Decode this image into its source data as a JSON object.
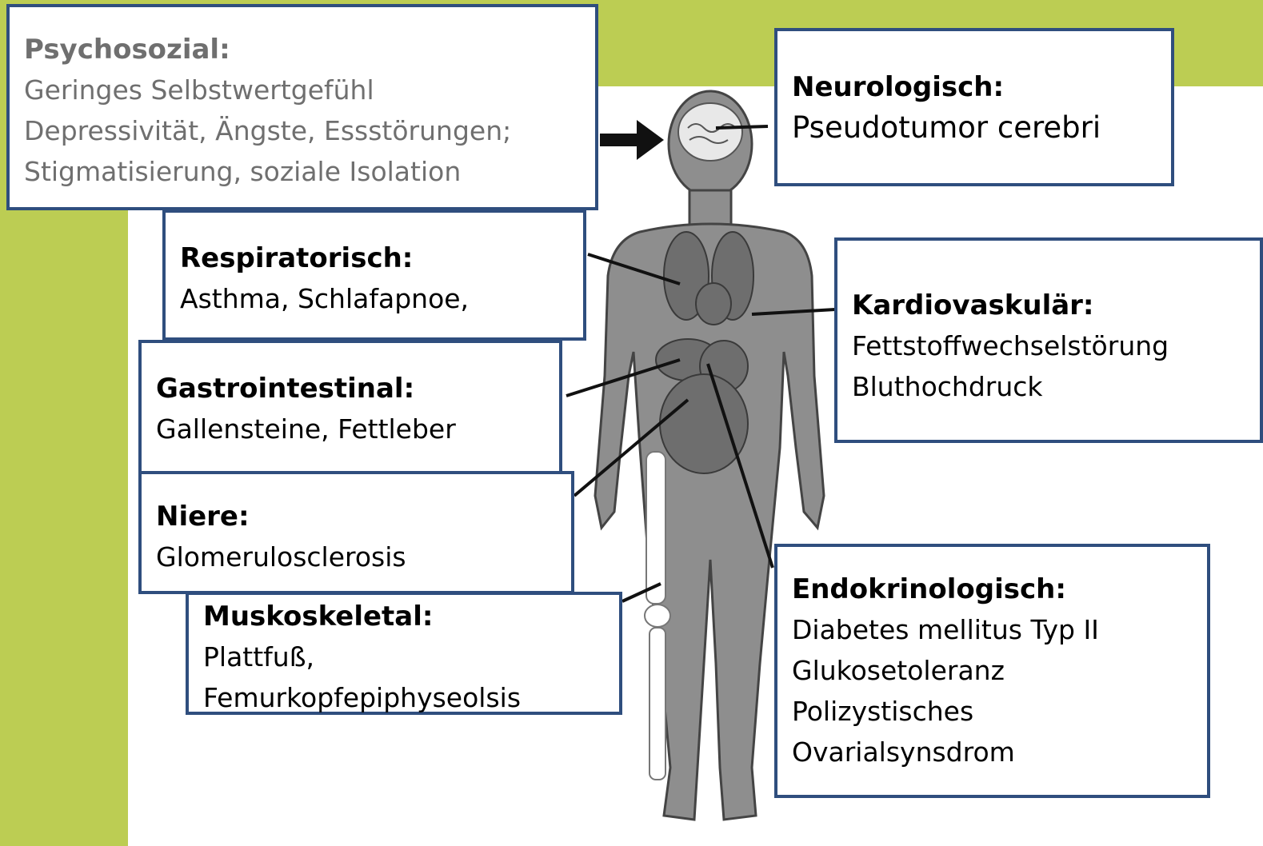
{
  "colors": {
    "green": "#bccd53",
    "border": "#2f4e7e",
    "grey_text": "#6f6f6f",
    "body_fill": "#8c8c8c"
  },
  "boxes": {
    "psychosozial": {
      "title": "Psychosozial:",
      "lines": [
        "Geringes Selbstwertgefühl",
        "Depressivität, Ängste, Essstörungen;",
        "Stigmatisierung, soziale Isolation"
      ]
    },
    "neurologisch": {
      "title": "Neurologisch:",
      "lines": [
        "Pseudotumor cerebri"
      ]
    },
    "respiratorisch": {
      "title": "Respiratorisch:",
      "lines": [
        "Asthma, Schlafapnoe,"
      ]
    },
    "kardiovaskulaer": {
      "title": "Kardiovaskulär:",
      "lines": [
        "Fettstoffwechselstörung",
        "Bluthochdruck"
      ]
    },
    "gastrointestinal": {
      "title": "Gastrointestinal:",
      "lines": [
        "Gallensteine, Fettleber"
      ]
    },
    "niere": {
      "title": "Niere:",
      "lines": [
        "Glomerulosclerosis"
      ]
    },
    "muskoskeletal": {
      "title": "Muskoskeletal:",
      "lines": [
        "Plattfuß,",
        "Femurkopfepiphyseolsis"
      ]
    },
    "endokrinologisch": {
      "title": "Endokrinologisch:",
      "lines": [
        "Diabetes mellitus Typ II",
        "Glukosetoleranz",
        "Polizystisches",
        "Ovarialsynsdrom"
      ]
    }
  }
}
